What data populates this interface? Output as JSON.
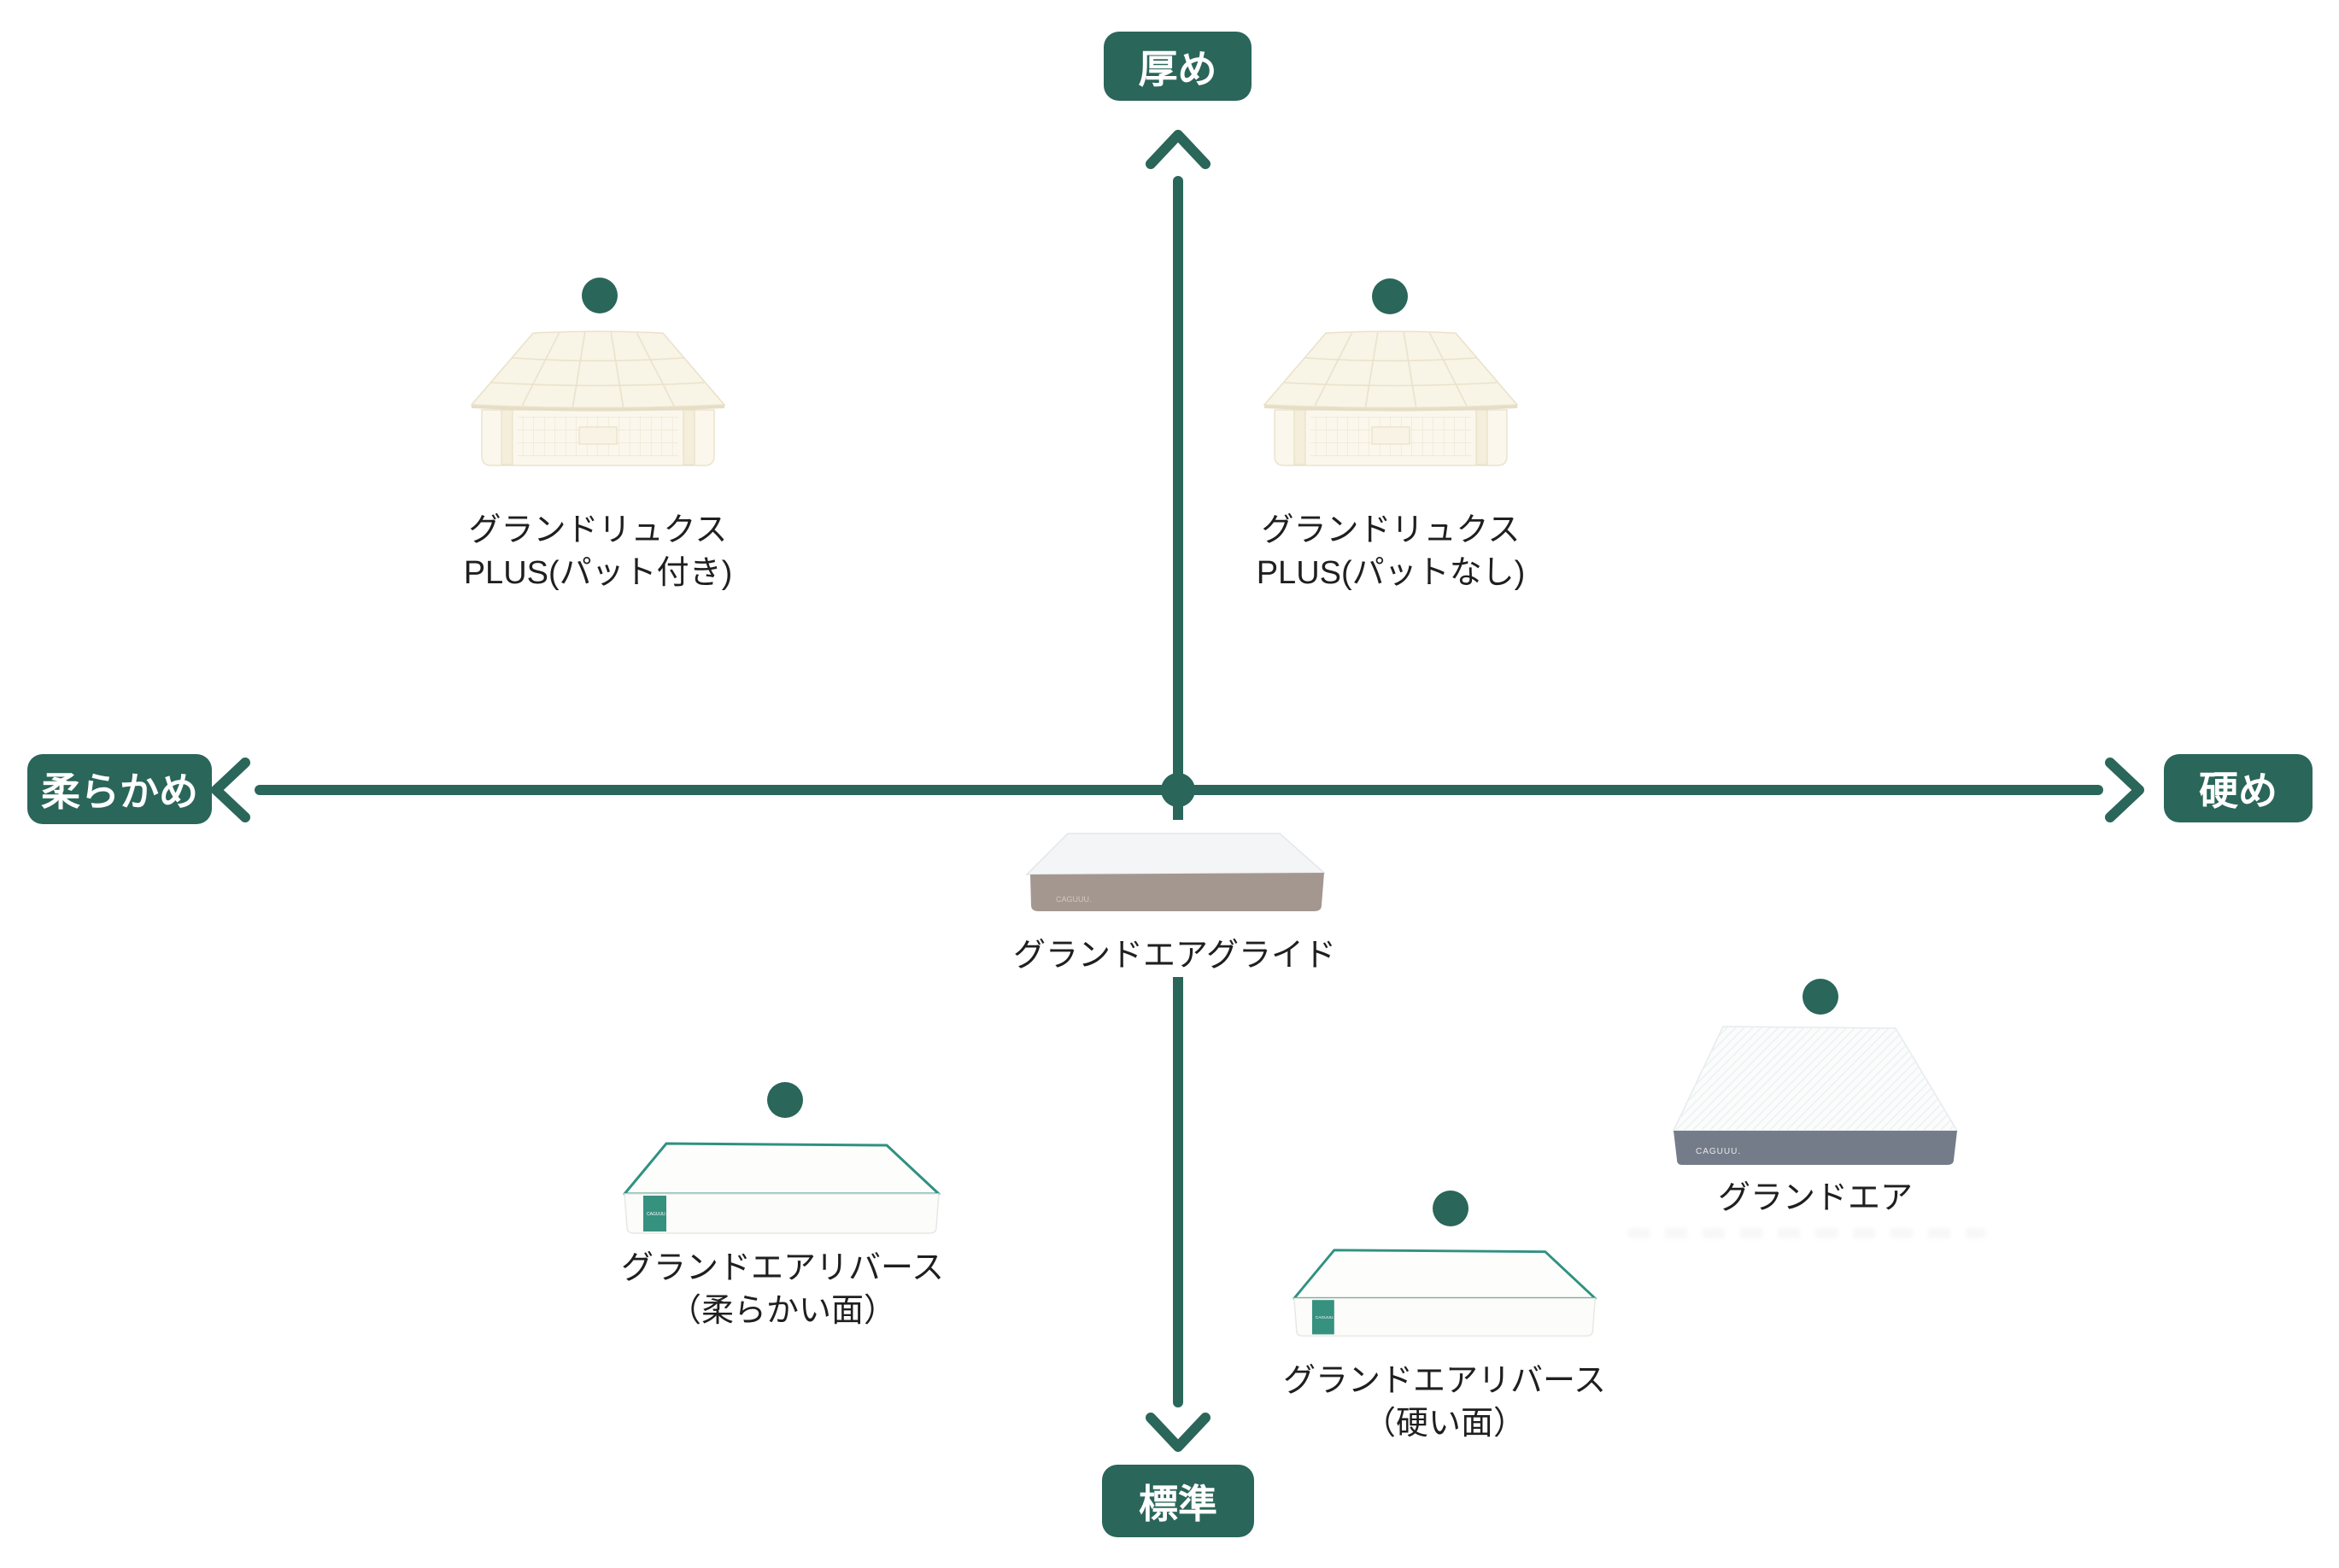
{
  "colors": {
    "axis_teal": "#2A665A",
    "trim_teal": "#36917F",
    "caption_text": "#1F1F1F",
    "background": "#FFFFFF"
  },
  "axes": {
    "top": "厚め",
    "bottom": "標準",
    "left": "柔らかめ",
    "right": "硬め"
  },
  "brand_logo": "CAGUUU.",
  "products": [
    {
      "id": "grand-luxe-plus-pad",
      "area": "upper-left",
      "line1": "グランドリュクス",
      "line2": "PLUS(パット付き)"
    },
    {
      "id": "grand-luxe-plus-nopad",
      "area": "upper-right",
      "line1": "グランドリュクス",
      "line2": "PLUS(パットなし)"
    },
    {
      "id": "grand-air-glide",
      "area": "center",
      "line1": "グランドエアグライド"
    },
    {
      "id": "grand-air-reverse-soft",
      "area": "lower-left",
      "line1": "グランドエアリバース",
      "line2": "（柔らかい面）"
    },
    {
      "id": "grand-air-reverse-hard",
      "area": "lower-middle",
      "line1": "グランドエアリバース",
      "line2": "（硬い面）"
    },
    {
      "id": "grand-air",
      "area": "right",
      "line1": "グランドエア"
    }
  ]
}
